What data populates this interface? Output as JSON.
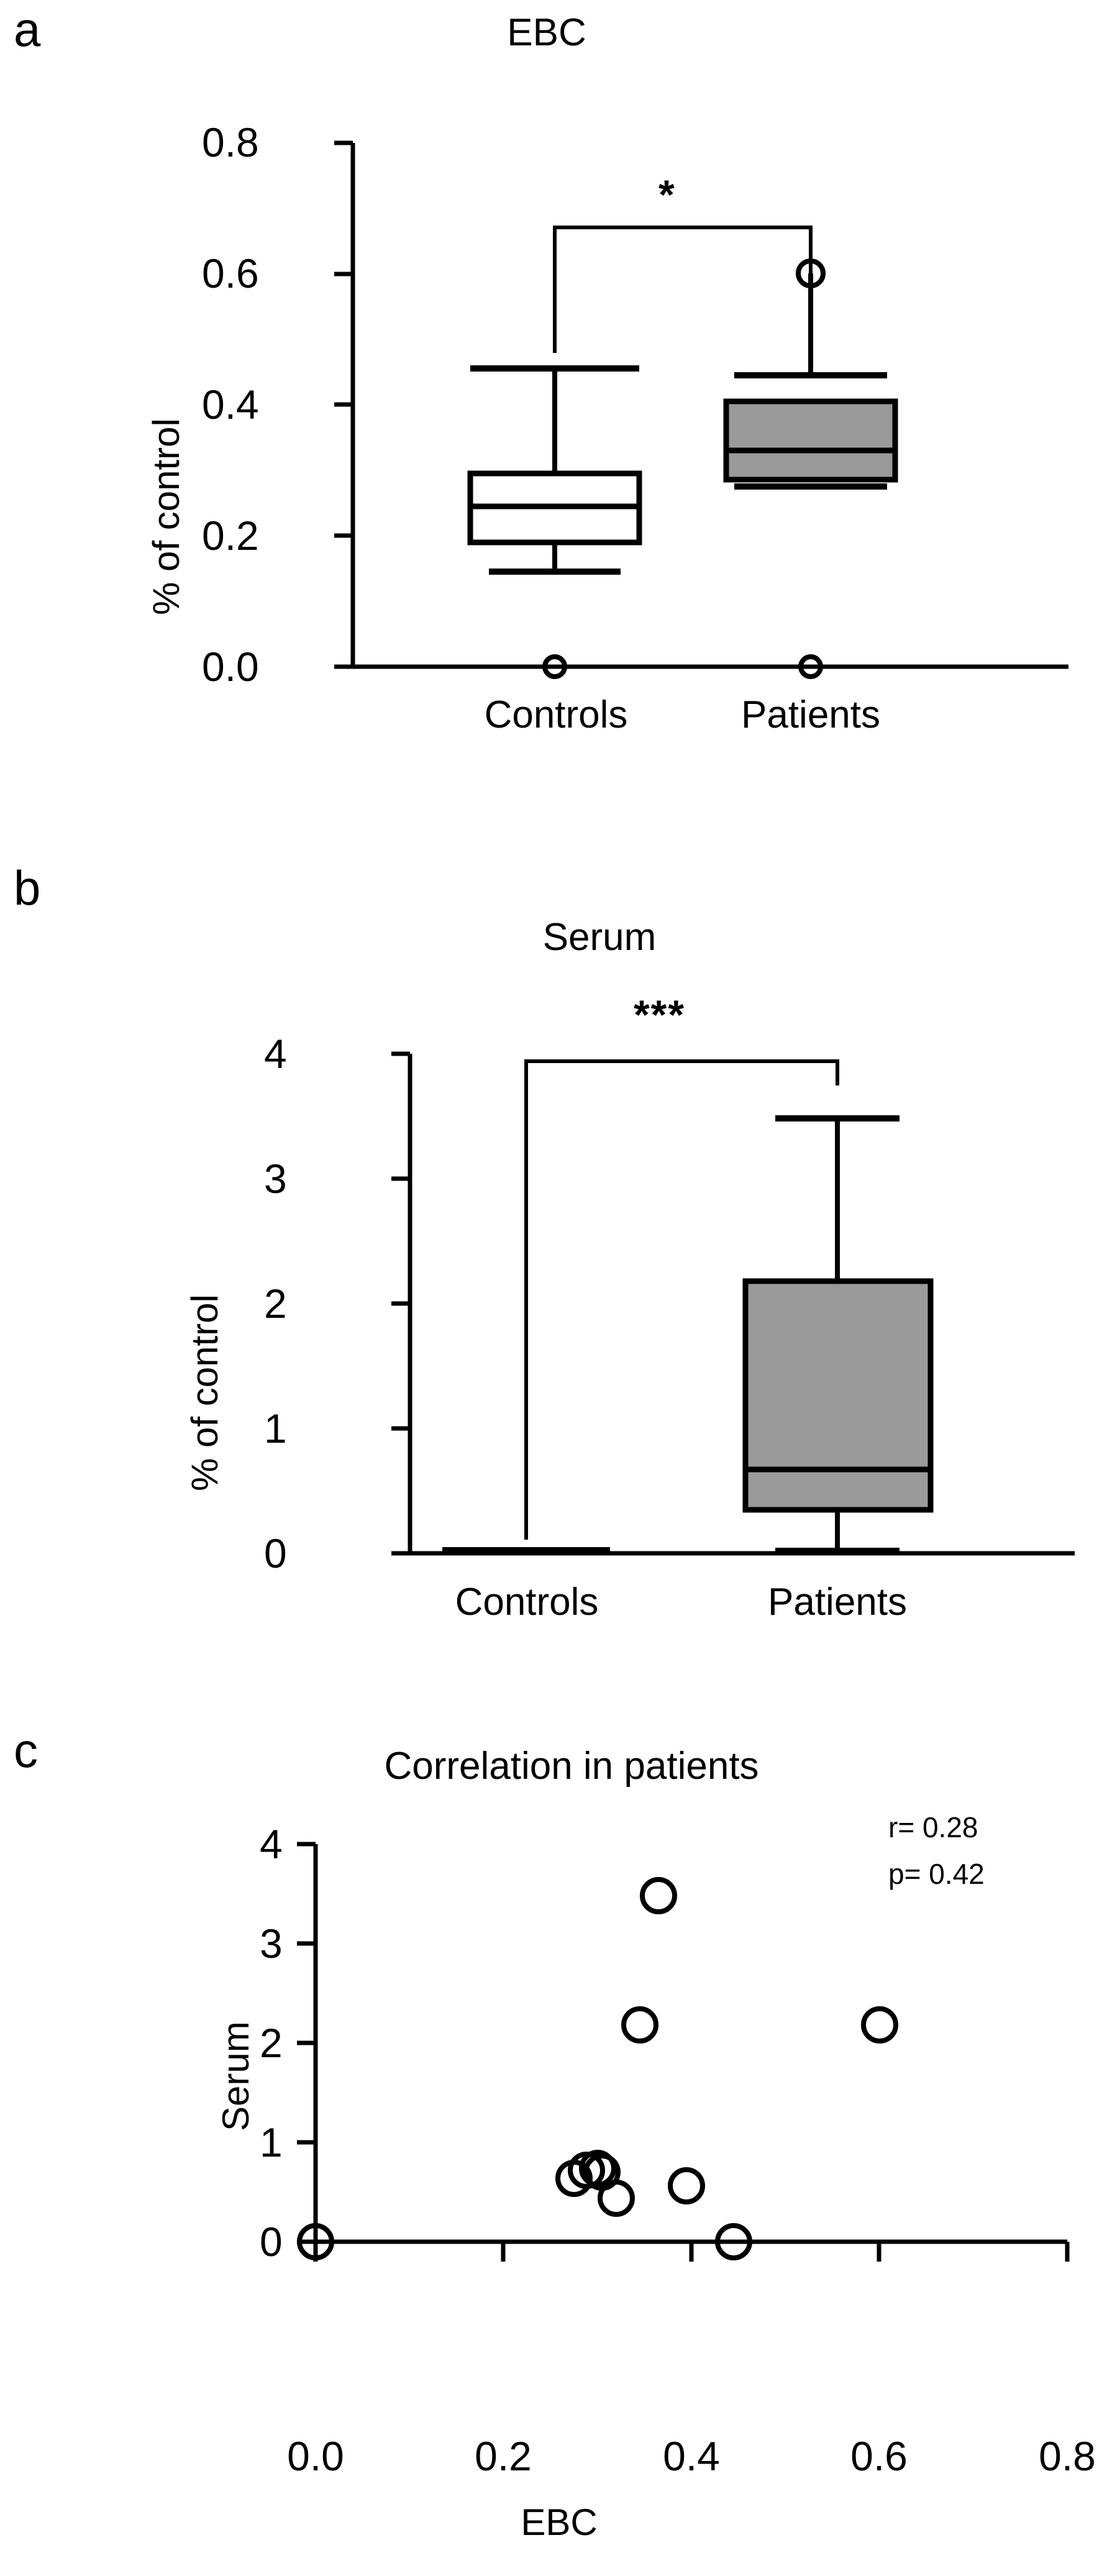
{
  "figure": {
    "panels": [
      {
        "letter": "a",
        "title": "EBC",
        "ylabel": "% of control",
        "significance": "*",
        "categories": [
          "Controls",
          "Patients"
        ],
        "yticks": [
          "0.0",
          "0.2",
          "0.4",
          "0.6",
          "0.8"
        ]
      },
      {
        "letter": "b",
        "title": "Serum",
        "ylabel": "% of control",
        "significance": "***",
        "categories": [
          "Controls",
          "Patients"
        ],
        "yticks": [
          "0",
          "1",
          "2",
          "3",
          "4"
        ]
      },
      {
        "letter": "c",
        "title": "Correlation in patients",
        "ylabel": "Serum",
        "xlabel": "EBC",
        "r_text": "r= 0.28",
        "p_text": "p= 0.42",
        "yticks": [
          "0",
          "1",
          "2",
          "3",
          "4"
        ],
        "xticks": [
          "0.0",
          "0.2",
          "0.4",
          "0.6",
          "0.8"
        ]
      }
    ]
  },
  "chart_data": [
    {
      "type": "box",
      "panel": "a",
      "title": "EBC",
      "xlabel": "",
      "ylabel": "% of control",
      "ylim": [
        0.0,
        0.8
      ],
      "yticks": [
        0.0,
        0.2,
        0.4,
        0.6,
        0.8
      ],
      "grid": false,
      "legend": "none",
      "annotations": [
        {
          "text": "*",
          "type": "significance",
          "between": [
            "Controls",
            "Patients"
          ]
        }
      ],
      "categories": [
        "Controls",
        "Patients"
      ],
      "boxes": [
        {
          "name": "Controls",
          "fill": "#ffffff",
          "whisker_low": 0.145,
          "q1": 0.19,
          "median": 0.245,
          "q3": 0.295,
          "whisker_high": 0.455,
          "outliers": [
            0.0
          ]
        },
        {
          "name": "Patients",
          "fill": "#9a9a9a",
          "whisker_low": 0.275,
          "q1": 0.285,
          "median": 0.33,
          "q3": 0.405,
          "whisker_high": 0.445,
          "outliers": [
            0.6,
            0.0
          ]
        }
      ]
    },
    {
      "type": "box",
      "panel": "b",
      "title": "Serum",
      "xlabel": "",
      "ylabel": "% of control",
      "ylim": [
        0,
        4
      ],
      "yticks": [
        0,
        1,
        2,
        3,
        4
      ],
      "grid": false,
      "legend": "none",
      "annotations": [
        {
          "text": "***",
          "type": "significance",
          "between": [
            "Controls",
            "Patients"
          ]
        }
      ],
      "categories": [
        "Controls",
        "Patients"
      ],
      "boxes": [
        {
          "name": "Controls",
          "fill": "#ffffff",
          "whisker_low": 0.0,
          "q1": 0.0,
          "median": 0.0,
          "q3": 0.0,
          "whisker_high": 0.0,
          "outliers": []
        },
        {
          "name": "Patients",
          "fill": "#9a9a9a",
          "whisker_low": 0.02,
          "q1": 0.35,
          "median": 0.67,
          "q3": 2.18,
          "whisker_high": 3.48,
          "outliers": []
        }
      ]
    },
    {
      "type": "scatter",
      "panel": "c",
      "title": "Correlation in patients",
      "xlabel": "EBC",
      "ylabel": "Serum",
      "xlim": [
        0.0,
        0.8
      ],
      "ylim": [
        0,
        4
      ],
      "xticks": [
        0.0,
        0.2,
        0.4,
        0.6,
        0.8
      ],
      "yticks": [
        0,
        1,
        2,
        3,
        4
      ],
      "grid": false,
      "legend": "none",
      "marker": "open-circle",
      "annotations": [
        {
          "text": "r= 0.28",
          "x": 0.7,
          "y": 3.65
        },
        {
          "text": "p= 0.42",
          "x": 0.7,
          "y": 3.3
        }
      ],
      "points": [
        {
          "x": 0.0,
          "y": 0.0
        },
        {
          "x": 0.275,
          "y": 0.64
        },
        {
          "x": 0.288,
          "y": 0.72
        },
        {
          "x": 0.3,
          "y": 0.74
        },
        {
          "x": 0.305,
          "y": 0.7
        },
        {
          "x": 0.32,
          "y": 0.44
        },
        {
          "x": 0.395,
          "y": 0.56
        },
        {
          "x": 0.445,
          "y": 0.0
        },
        {
          "x": 0.345,
          "y": 2.18
        },
        {
          "x": 0.6,
          "y": 2.18
        },
        {
          "x": 0.365,
          "y": 3.48
        }
      ]
    }
  ]
}
